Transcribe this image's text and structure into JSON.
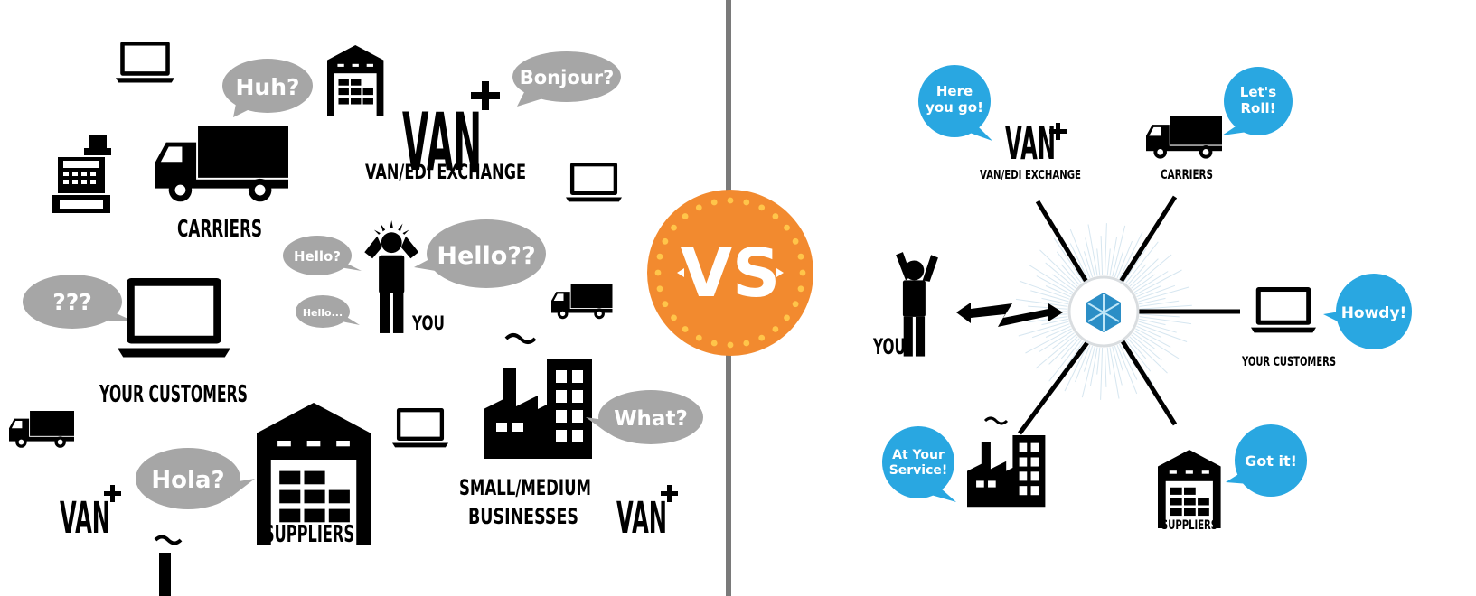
{
  "colors": {
    "ink": "#000000",
    "gray_bubble": "#a6a6a6",
    "blue_bubble": "#29a7e1",
    "divider": "#7a7a7a",
    "vs_orange": "#f28a2f",
    "vs_dots": "#ffc54a",
    "hub_blue": "#2b8ec6"
  },
  "vs": {
    "label": "VS"
  },
  "left": {
    "bubbles": {
      "huh": "Huh?",
      "bonjour": "Bonjour?",
      "hello_small": "Hello?",
      "hello_big": "Hello??",
      "hello_tiny": "Hello...",
      "question": "???",
      "hola": "Hola?",
      "what": "What?"
    },
    "labels": {
      "van_logo": "VAN",
      "van_exchange": "VAN/EDI EXCHANGE",
      "carriers": "CARRIERS",
      "you": "YOU",
      "your_customers": "YOUR CUSTOMERS",
      "suppliers": "SUPPLIERS",
      "smb_line1": "SMALL/MEDIUM",
      "smb_line2": "BUSINESSES",
      "van_bottom_left": "VAN",
      "van_bottom_right": "VAN"
    }
  },
  "right": {
    "bubbles": {
      "here_line1": "Here",
      "here_line2": "you go!",
      "lets_line1": "Let's",
      "lets_line2": "Roll!",
      "howdy": "Howdy!",
      "gotit": "Got it!",
      "ays_line1": "At Your",
      "ays_line2": "Service!"
    },
    "labels": {
      "van_logo": "VAN",
      "van_exchange": "VAN/EDI EXCHANGE",
      "carriers": "CARRIERS",
      "you": "YOU",
      "your_customers": "YOUR CUSTOMERS",
      "suppliers": "SUPPLIERS"
    }
  }
}
